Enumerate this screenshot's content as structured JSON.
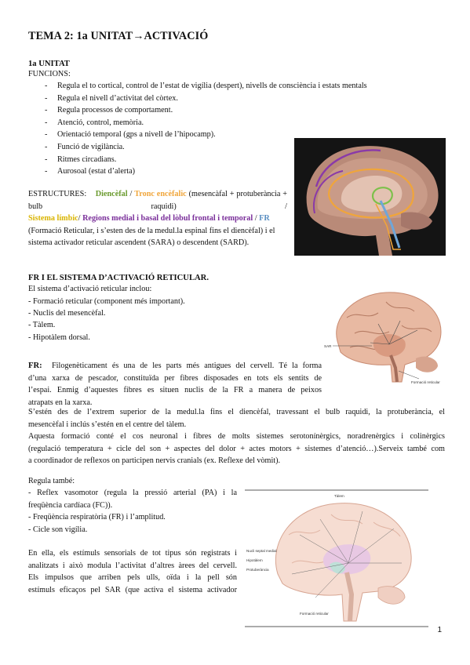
{
  "title": "TEMA 2: 1a UNITAT→ACTIVACIÓ",
  "unit": {
    "heading": "1a UNITAT",
    "functions_label": "FUNCIONS:",
    "functions": [
      "Regula el to cortical, control de l’estat de vigília (despert), nivells de consciència i estats mentals",
      "Regula el nivell d’activitat del còrtex.",
      "Regula processos de comportament.",
      "Atenció, control, memòria.",
      "Orientació temporal (gps a nivell de l’hipocamp).",
      "Funció de vigilància.",
      " Ritmes circadians.",
      "Aurosoal (estat d’alerta)"
    ]
  },
  "structures": {
    "label": "ESTRUCTURES:",
    "diencefal": "Diencèfal",
    "sep1": "/",
    "tronc": "Tronc encèfalic",
    "tronc_desc": "(mesencàfal + protuberància + bulb raquidi) /",
    "limbic": "Sistema límbic",
    "sep2": "/",
    "regions": "Regions medial i basal del lòbul frontal i temporal",
    "sep3": "/",
    "fr": "FR",
    "fr_desc": "(Formació Reticular, i s’esten des de la medul.la espinal fins el diencèfal) i el sistema activador reticular ascendent (SARA) o descendent (SARD).",
    "line1": "ESTRUCTURES: Diencèfal / Tronc encèfàlic (mesencàfal +",
    "line2": "protuberància + bulb raquidi) / Sistema límbic/ Regions medial i basal",
    "line3": "del lòbul frontal i temporal / FR (Formació Reticular, i s’esten des de la",
    "line4": "medul.la espinal fins el diencèfal) i el sistema activador reticular",
    "line5": "ascendent (SARA) o descendent (SARD)."
  },
  "fr_section": {
    "heading": "FR I EL SISTEMA D’ACTIVACIÓ RETICULAR.",
    "intro": "El sistema d’activació reticular inclou:",
    "items": [
      "- Formació reticular (component més important).",
      "- Nuclis del mesencèfal.",
      "- Tàlem.",
      "- Hipotàlem dorsal."
    ],
    "fr_label": "FR:",
    "p1_l1": "Filogenèticament és una de les parts més antigues del cervell. Té la forma",
    "p1_l2": "d’una xarxa de pescador, constituïda per fibres disposades en tots els sentits de",
    "p1_l3": "l’espai. Enmig d’aquestes fibres es situen nuclis de la FR a manera de peixos",
    "p1_l4": "atrapats en la xarxa.",
    "p2_l1": "S’estén des de l’extrem superior de la medul.la fins el diencèfal, travessant el bulb raquidi, la protuberància, el",
    "p2_l2": "mesencèfal i inclús s’estén en el centre del tàlem.",
    "p3_l1": "Aquesta formació conté el cos neuronal i fibres de molts sistemes serotonínèrgics, noradrenèrgics i colinèrgics",
    "p3_l2": "(regulació temperatura + cicle del son + aspectes del dolor + actes motors + sistemes d’atenció…).Serveix també com",
    "p3_l3": "a coordinador de reflexos on participen nervis cranials (ex. Reflexe del vòmit)."
  },
  "regula": {
    "label": "Regula també:",
    "l1": "- Reflex vasomotor (regula la pressió arterial (PA) i la",
    "l2": "freqüència cardíaca (FC)).",
    "l3": "- Freqüència respiratòria (FR) i l’amplitud.",
    "l4": "- Cicle son vigília.",
    "p_l1": "En ella, els estímuls sensorials de tot tipus són registrats i",
    "p_l2": "analitzats i això modula l’activitat d’altres àrees del cervell.",
    "p_l3": "Els impulsos que arriben pels ulls, oïda i la pell són",
    "p_l4": "estímuls eficaços pel SAR (que activa el sistema activador"
  },
  "figure2_labels": {
    "sar": "SAR",
    "formacio": "Formació reticular"
  },
  "figure3_labels": {
    "talem": "Tàlem",
    "l_a": "Nucli septal medial",
    "l_b": "Hipotàlem",
    "l_c": "Protuberància",
    "l_d": "Formació reticular"
  },
  "page_number": "1",
  "colors": {
    "green": "#6a9a2e",
    "orange": "#f0a53a",
    "yellow": "#d9b400",
    "purple": "#7a2f9a",
    "blue": "#5a8fc2"
  }
}
